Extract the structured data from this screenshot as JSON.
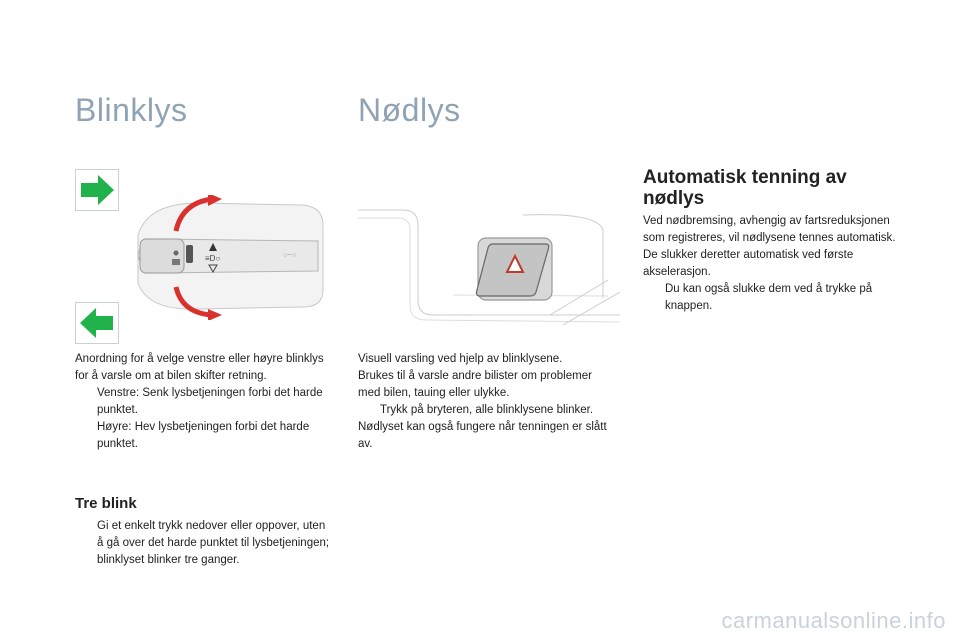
{
  "blinklys": {
    "title": "Blinklys",
    "intro": "Anordning for å velge venstre eller høyre blinklys for å varsle om at bilen skifter retning.",
    "bullets": [
      "Venstre: Senk lysbetjeningen forbi det harde punktet.",
      "Høyre: Hev lysbetjeningen forbi det harde punktet."
    ],
    "tre_blink_heading": "Tre blink",
    "tre_blink_bullet": "Gi et enkelt trykk nedover eller oppover, uten å gå over det harde punktet til lysbetjeningen; blinklyset blinker tre ganger."
  },
  "nodlys": {
    "title": "Nødlys",
    "intro": "Visuell varsling ved hjelp av blinklysene.",
    "line2": "Brukes til å varsle andre bilister om problemer med bilen, tauing eller ulykke.",
    "bullet": "Trykk på bryteren, alle blinklysene blinker.",
    "line3": "Nødlyset kan også fungere når tenningen er slått av."
  },
  "automatisk": {
    "heading": "Automatisk tenning av nødlys",
    "text1": "Ved nødbremsing, avhengig av fartsreduksjonen som registreres, vil nødlysene tennes automatisk.",
    "text2": "De slukker deretter automatisk ved første akselerasjon.",
    "bullet": "Du kan også slukke dem ved å trykke på knappen."
  },
  "bullet_marker": "",
  "footer": "carmanualsonline.info",
  "colors": {
    "title": "#8fa3b5",
    "arrow_green": "#22b24c",
    "red_arrow": "#d9322e"
  }
}
